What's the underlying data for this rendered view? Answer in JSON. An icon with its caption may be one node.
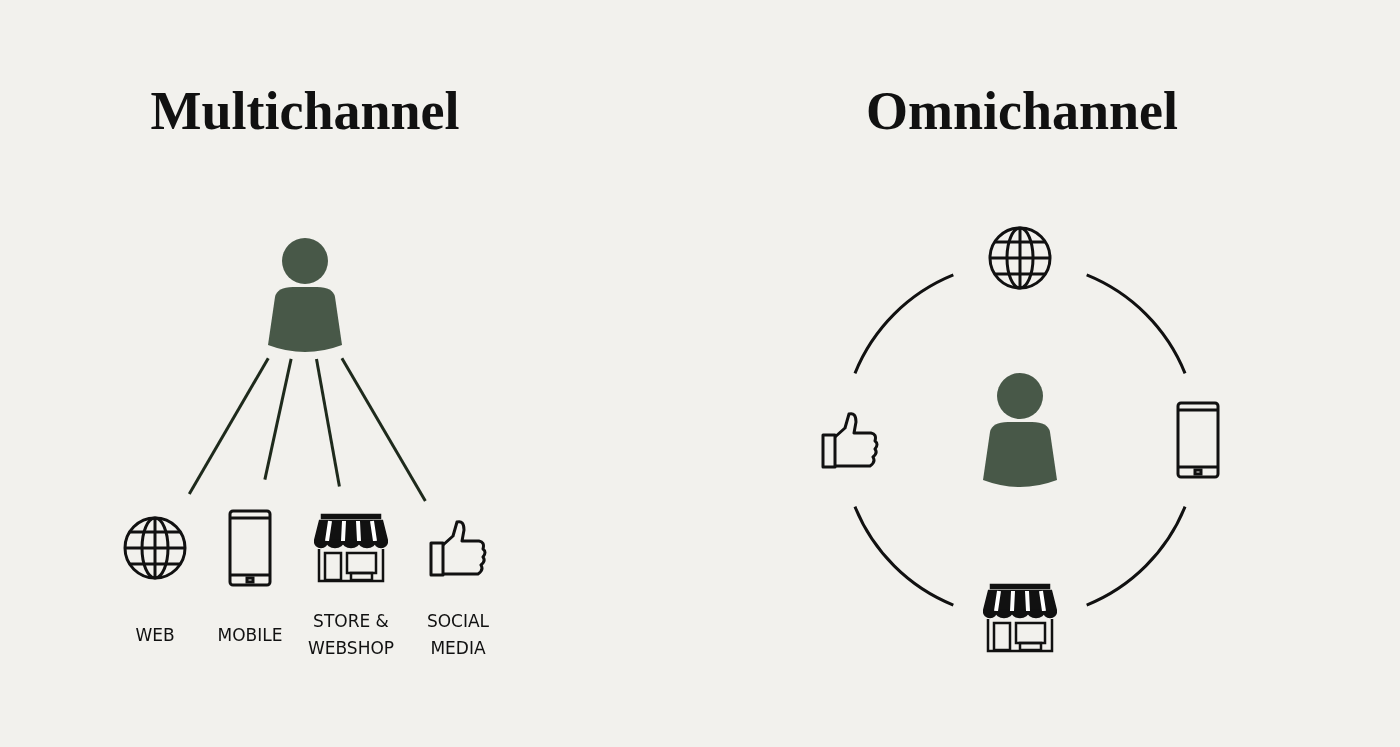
{
  "diagram": {
    "nodes": [
      {
        "text": [],
        "shape": "person"
      },
      {
        "text": [
          "WEB"
        ]
      },
      {
        "text": [
          "MOBILE"
        ]
      },
      {
        "text": [
          "STORE & WEBSHOP"
        ]
      },
      {
        "text": [
          "SOCIAL MEDIA"
        ]
      },
      {
        "text": [],
        "shape": "globe"
      },
      {
        "text": [],
        "shape": "phone"
      },
      {
        "text": [],
        "shape": "store"
      },
      {
        "text": [],
        "shape": "thumb"
      },
      {
        "text": [],
        "shape": "person"
      }
    ],
    "edges": [
      {
        "from": 0,
        "to": 1,
        "arrow": "none"
      },
      {
        "from": 0,
        "to": 2,
        "arrow": "none"
      },
      {
        "from": 0,
        "to": 3,
        "arrow": "none"
      },
      {
        "from": 0,
        "to": 4,
        "arrow": "none"
      },
      {
        "from": 5,
        "to": 6,
        "arrow": "none"
      },
      {
        "from": 6,
        "to": 7,
        "arrow": "none"
      },
      {
        "from": 7,
        "to": 8,
        "arrow": "none"
      },
      {
        "from": 8,
        "to": 5,
        "arrow": "none"
      }
    ],
    "labels": [
      "Multichannel",
      "Omnichannel"
    ]
  }
}
